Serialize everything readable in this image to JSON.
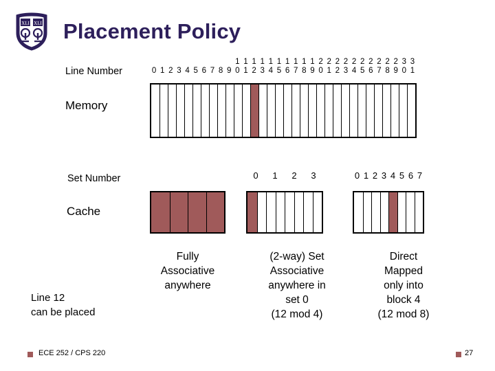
{
  "slide": {
    "title": "Placement Policy",
    "logo_name": "duke-university-shield-logo"
  },
  "labels": {
    "line_number": "Line Number",
    "memory": "Memory",
    "set_number": "Set Number",
    "cache": "Cache",
    "line12_l1": "Line 12",
    "line12_l2": "can be placed"
  },
  "memory_bits": {
    "top": [
      "",
      "",
      "",
      "",
      "",
      "",
      "",
      "",
      "",
      "",
      "1",
      "1",
      "1",
      "1",
      "1",
      "1",
      "1",
      "1",
      "1",
      "1",
      "2",
      "2",
      "2",
      "2",
      "2",
      "2",
      "2",
      "2",
      "2",
      "2",
      "3",
      "3"
    ],
    "bottom": [
      "0",
      "1",
      "2",
      "3",
      "4",
      "5",
      "6",
      "7",
      "8",
      "9",
      "0",
      "1",
      "2",
      "3",
      "4",
      "5",
      "6",
      "7",
      "8",
      "9",
      "0",
      "1",
      "2",
      "3",
      "4",
      "5",
      "6",
      "7",
      "8",
      "9",
      "0",
      "1"
    ],
    "highlight_index": 12,
    "count": 32
  },
  "cache_groups": {
    "fully_associative": {
      "cells": 4,
      "all_filled": true,
      "set_labels": [],
      "caption_lines": [
        "Fully",
        "Associative",
        "anywhere"
      ]
    },
    "set_associative": {
      "cells": 8,
      "filled_index": 0,
      "set_labels": [
        "0",
        "1",
        "2",
        "3"
      ],
      "caption_lines": [
        "(2-way) Set",
        "Associative",
        "anywhere in",
        "set 0",
        "(12 mod 4)"
      ]
    },
    "direct_mapped": {
      "cells": 8,
      "filled_index": 4,
      "set_labels": [
        "0",
        "1",
        "2",
        "3",
        "4",
        "5",
        "6",
        "7"
      ],
      "caption_lines": [
        "Direct",
        "Mapped",
        "only into",
        "block 4",
        "(12 mod 8)"
      ]
    }
  },
  "footer": {
    "course": "ECE 252 / CPS 220",
    "page_number": "27"
  },
  "colors": {
    "title": "#2d1f5b",
    "highlight": "#a05a5a",
    "outline": "#000000",
    "background": "#ffffff"
  }
}
